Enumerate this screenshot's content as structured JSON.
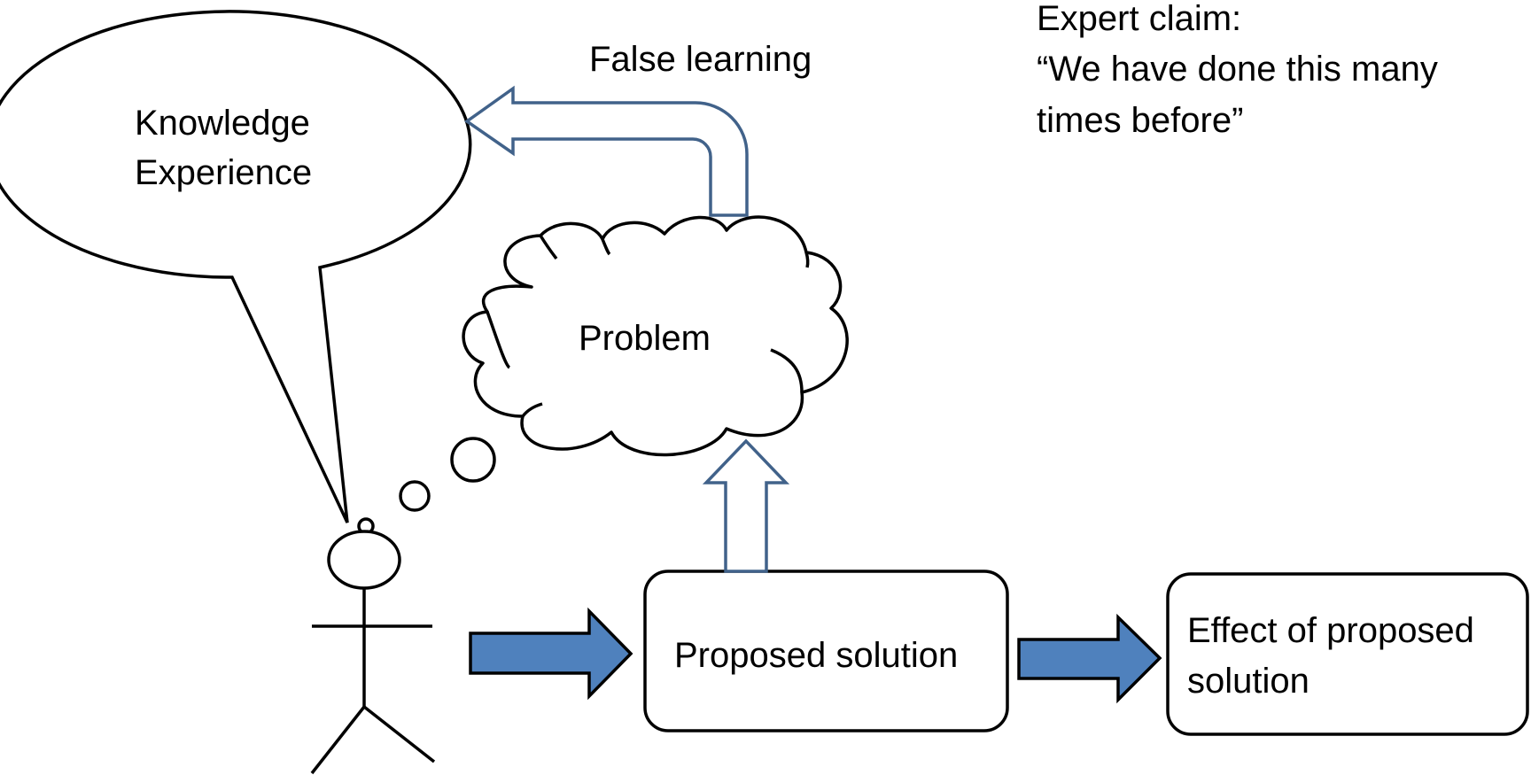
{
  "speech_bubble": {
    "lines": [
      "Knowledge",
      "Experience"
    ]
  },
  "problem_cloud": {
    "label": "Problem"
  },
  "false_learning": {
    "label": "False learning"
  },
  "expert_claim": {
    "lines": [
      "Expert claim:",
      "“We have done this many",
      "times before”"
    ]
  },
  "proposed_solution": {
    "label": "Proposed solution"
  },
  "effect": {
    "lines": [
      "Effect of proposed",
      "solution"
    ]
  },
  "colors": {
    "flow_arrow_fill": "#4F81BD",
    "outline_arrow_stroke": "#41628A",
    "shape_stroke": "#000000"
  }
}
